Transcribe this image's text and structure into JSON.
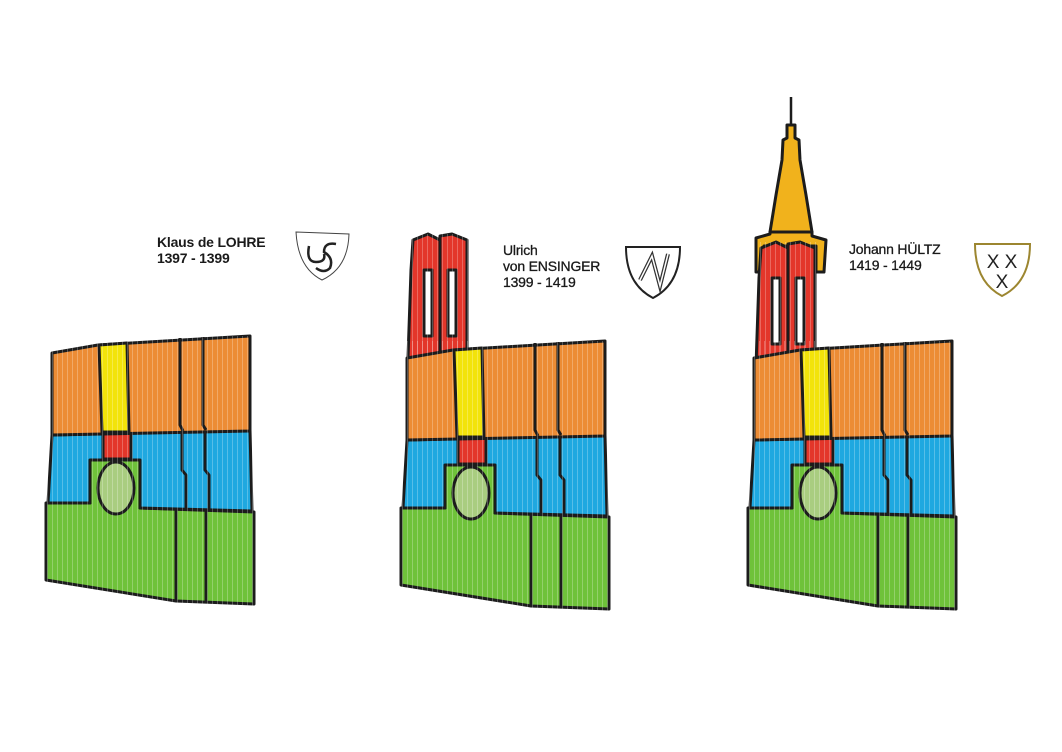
{
  "stages": [
    {
      "architect": "Klaus de LOHRE",
      "years": "1397 - 1399",
      "emblem": "US-monogram-shield"
    },
    {
      "architect_line1": "Ulrich",
      "architect_line2": "von ENSINGER",
      "years": "1399 - 1419",
      "emblem": "N-monogram-shield"
    },
    {
      "architect": "Johann HÜLTZ",
      "years": "1419 - 1449",
      "emblem": "XXX-shield"
    }
  ],
  "colors": {
    "base": "#6fc23a",
    "portal": "#a9cd80",
    "middle": "#1fa8e0",
    "upper": "#ec8c35",
    "strip": "#f2e30a",
    "tower": "#e3362a",
    "spire": "#f1b21c",
    "outline": "#1c1c1c",
    "emblem_gold": "#9c8630"
  }
}
